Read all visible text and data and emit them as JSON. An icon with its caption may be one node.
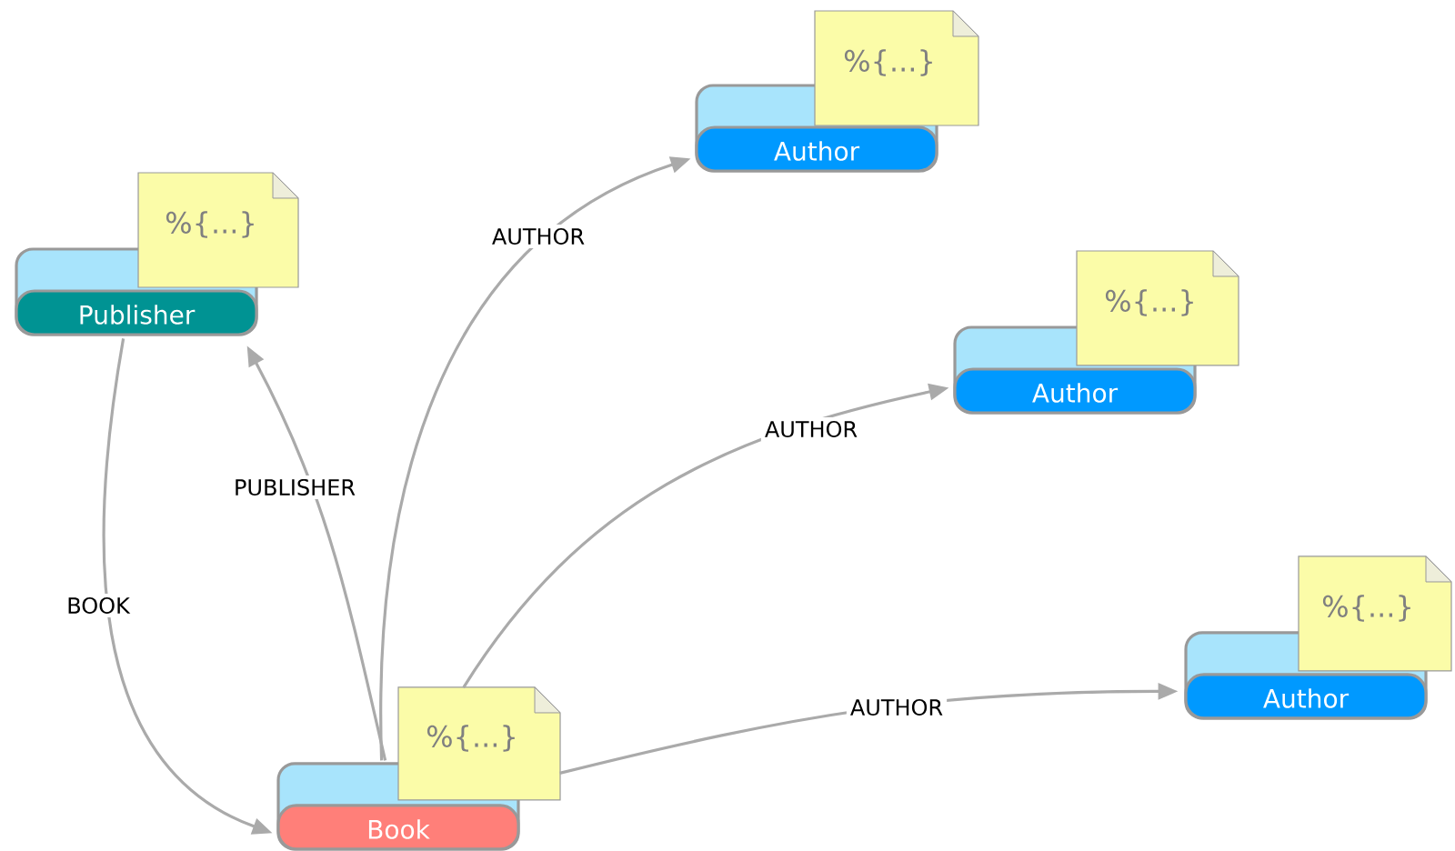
{
  "diagram": {
    "nodes": [
      {
        "text": [
          "%{...}",
          "Author"
        ]
      },
      {
        "text": [
          "%{...}",
          "Publisher"
        ]
      },
      {
        "text": [
          "%{...}",
          "Author"
        ]
      },
      {
        "text": [
          "%{...}",
          "Author"
        ]
      },
      {
        "text": [
          "%{...}",
          "Book"
        ]
      }
    ],
    "edges": [
      {
        "from": 1,
        "to": 4,
        "arrow": "to",
        "label": "BOOK"
      },
      {
        "from": 4,
        "to": 1,
        "arrow": "to",
        "label": "PUBLISHER"
      },
      {
        "from": 4,
        "to": 0,
        "arrow": "to",
        "label": "AUTHOR"
      },
      {
        "from": 4,
        "to": 2,
        "arrow": "to",
        "label": "AUTHOR"
      },
      {
        "from": 4,
        "to": 3,
        "arrow": "to",
        "label": "AUTHOR"
      }
    ]
  }
}
